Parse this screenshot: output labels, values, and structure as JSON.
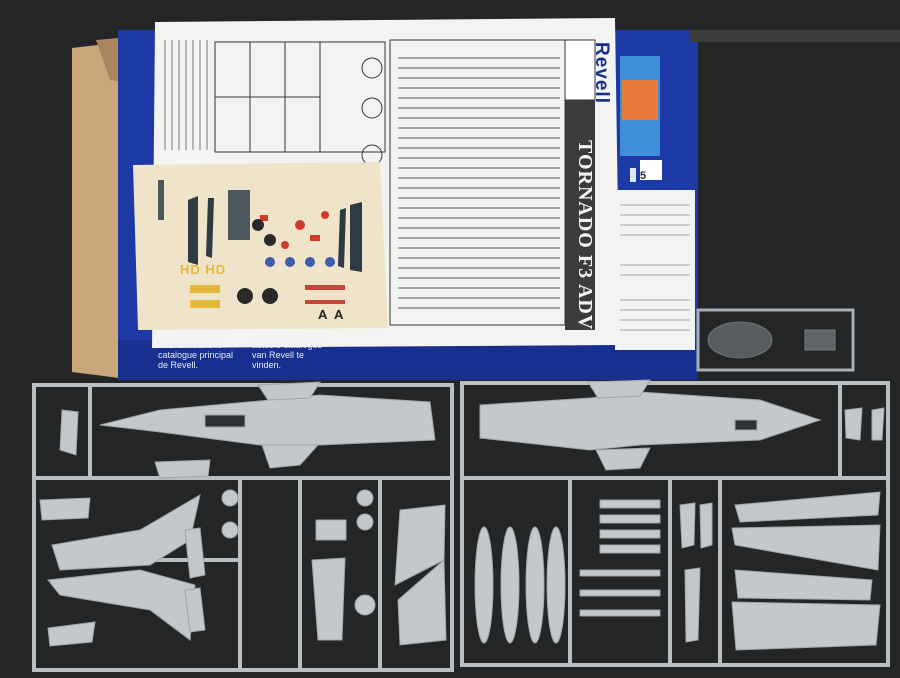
{
  "scene": {
    "brand": "Revell",
    "product_title": "TORNADO F3 ADV",
    "catalog_fr": "trouvent dans le catalogue principal de Revell.",
    "catalog_nl": "actuele catalogus van Revell te vinden.",
    "decal_letters": "A A",
    "decal_codes": "HD HD",
    "box_number": "5",
    "colors": {
      "background": "#232526",
      "box_blue": "#1c39a6",
      "sprue_grey": "#b9bec1",
      "cardboard": "#c9a77a",
      "paper": "#f3f3f1",
      "decal_sheet": "#efe4c9"
    }
  }
}
